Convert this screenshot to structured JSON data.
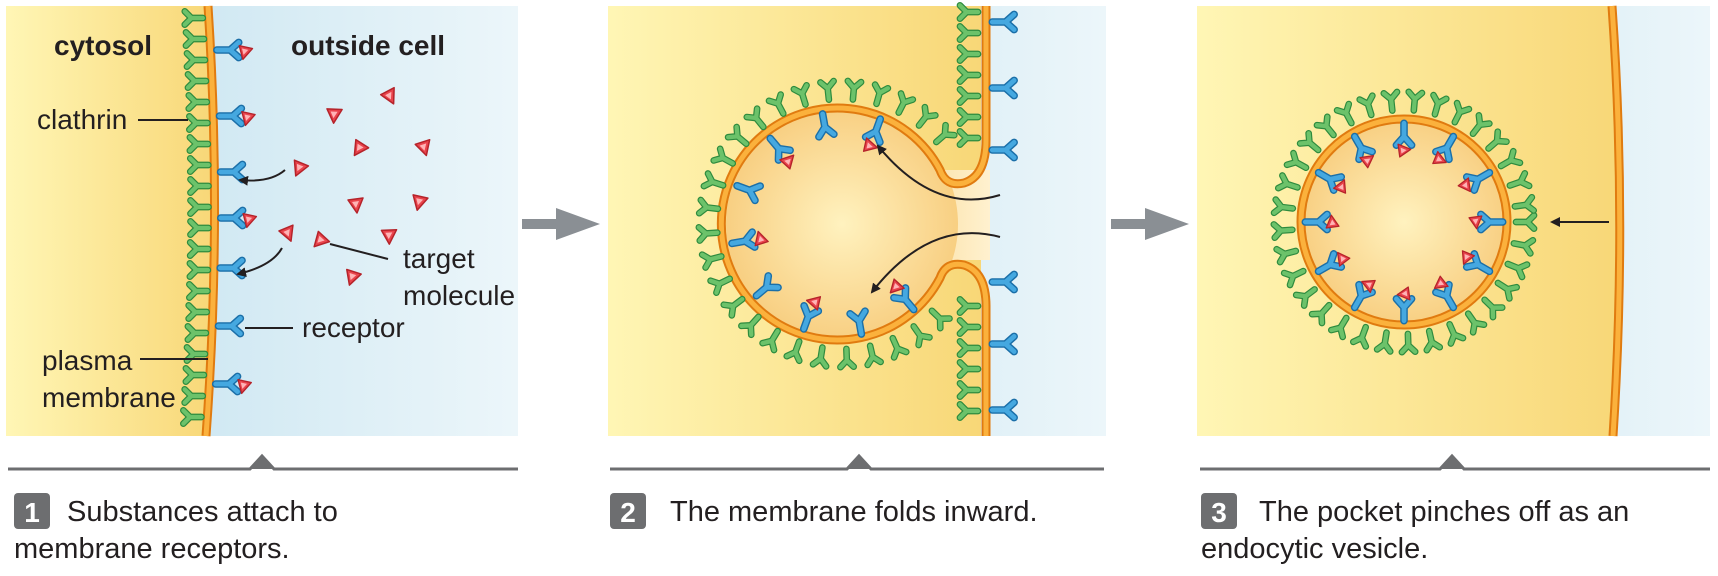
{
  "panel1": {
    "label_cytosol": "cytosol",
    "label_outside": "outside cell",
    "label_clathrin": "clathrin",
    "label_target_1": "target",
    "label_target_2": "molecule",
    "label_receptor": "receptor",
    "label_plasma_1": "plasma",
    "label_plasma_2": "membrane"
  },
  "steps": [
    {
      "number": "1",
      "line1": "Substances attach to",
      "line2": "membrane receptors."
    },
    {
      "number": "2",
      "line1": "The membrane folds inward.",
      "line2": ""
    },
    {
      "number": "3",
      "line1": "The pocket pinches off as an",
      "line2": "endocytic vesicle."
    }
  ],
  "colors": {
    "cytosol": "#fbe08a",
    "outside": "#cfe7f0",
    "membrane": "#f7a21b",
    "clathrin": "#5cb85c",
    "receptor": "#3a9bd4",
    "molecule": "#e8434b",
    "arrow_gray": "#8a8f94"
  }
}
